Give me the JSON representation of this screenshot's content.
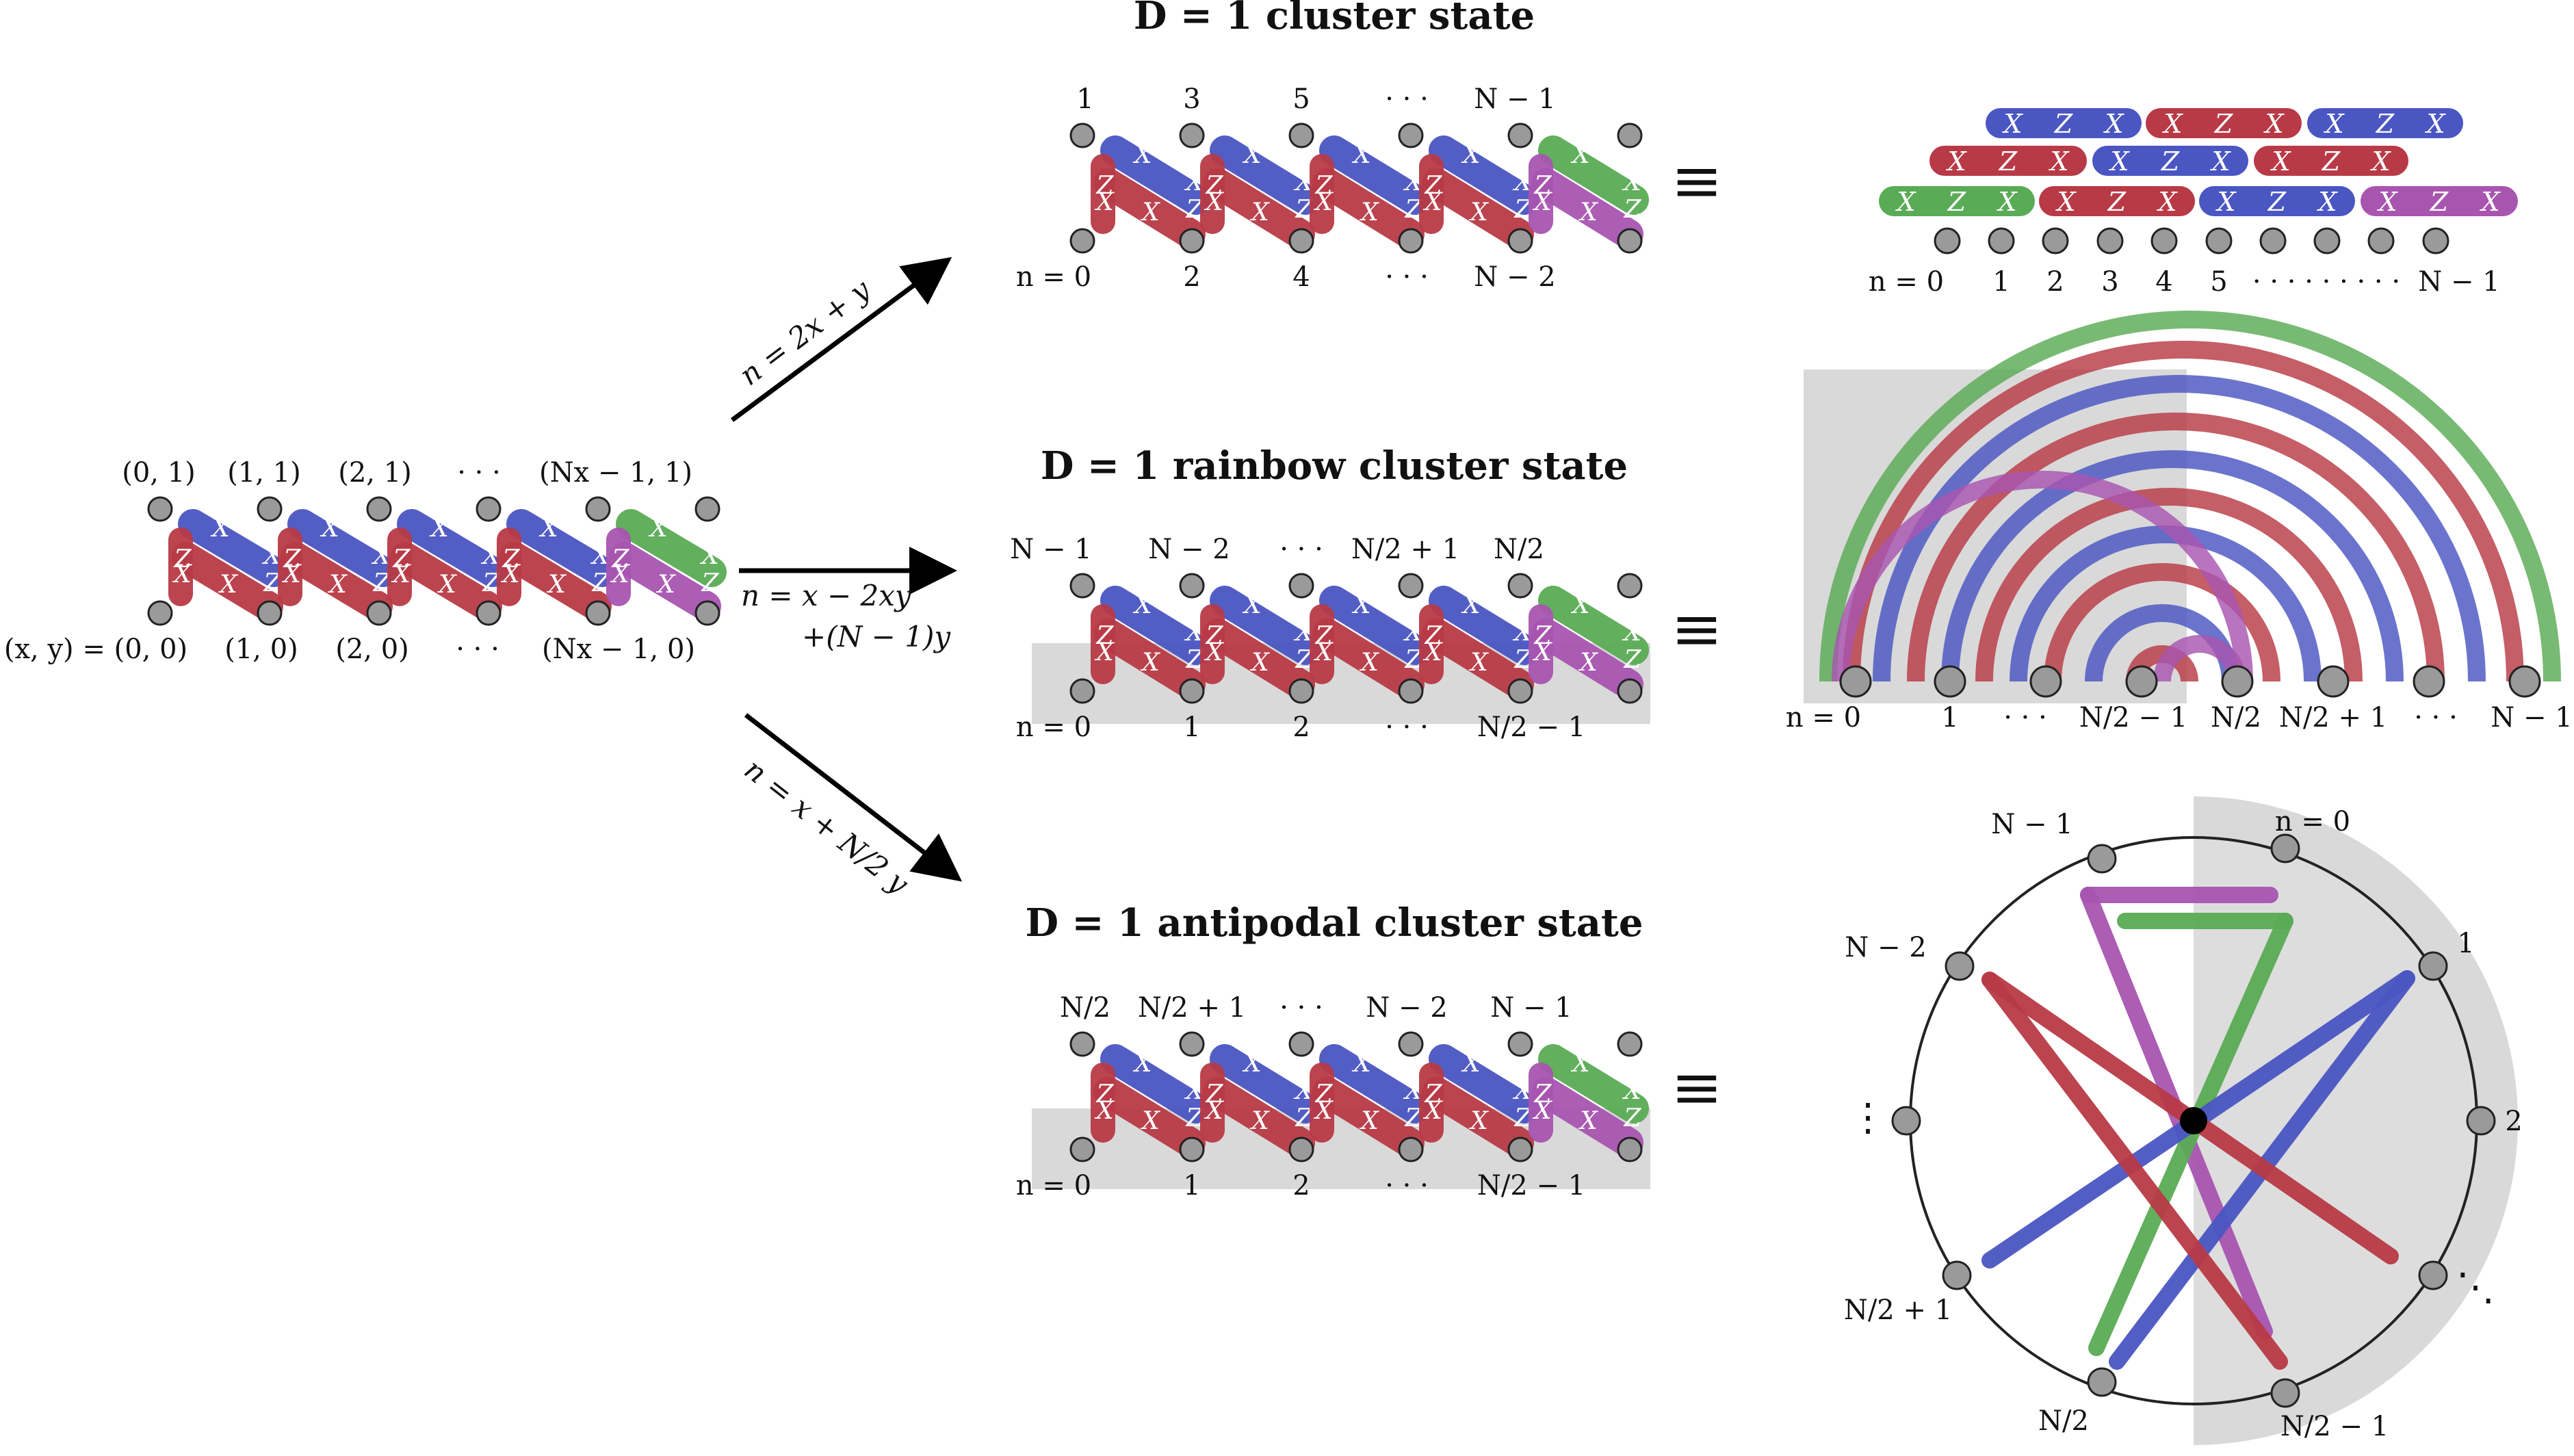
{
  "titles": {
    "cluster": "D = 1 cluster state",
    "rainbow": "D = 1 rainbow cluster state",
    "antipodal": "D = 1 antipodal cluster state"
  },
  "maps": {
    "cluster": "n = 2x + y",
    "rainbow_line1": "n = x − 2xy",
    "rainbow_line2": "+(N − 1)y",
    "antipodal": "n = x + N/2 y"
  },
  "equiv_symbol": "≡",
  "pauli": {
    "X": "X",
    "Z": "Z"
  },
  "left_lattice": {
    "top_labels": [
      "(0, 1)",
      "(1, 1)",
      "(2, 1)",
      "· · ·",
      "(Nx − 1, 1)"
    ],
    "bottom_labels": [
      "(x, y) = (0, 0)",
      "(1, 0)",
      "(2, 0)",
      "· · ·",
      "(Nx − 1, 0)"
    ]
  },
  "cluster_lattice": {
    "top_labels": [
      "1",
      "3",
      "5",
      "· · ·",
      "N − 1"
    ],
    "bottom_labels": [
      "n = 0",
      "2",
      "4",
      "· · ·",
      "N − 2"
    ]
  },
  "rainbow_lattice": {
    "top_labels": [
      "N − 1",
      "N − 2",
      "· · ·",
      "N/2 + 1",
      "N/2"
    ],
    "bottom_labels": [
      "n = 0",
      "1",
      "2",
      "· · ·",
      "N/2 − 1"
    ]
  },
  "antipodal_lattice": {
    "top_labels": [
      "N/2",
      "N/2 + 1",
      "· · ·",
      "N − 2",
      "N − 1"
    ],
    "bottom_labels": [
      "n = 0",
      "1",
      "2",
      "· · ·",
      "N/2 − 1"
    ]
  },
  "chain_labels": [
    "n = 0",
    "1",
    "2",
    "3",
    "4",
    "5",
    "· · · · · · · · ·",
    "N − 1"
  ],
  "rainbow_arc_labels": [
    "n = 0",
    "1",
    "· · ·",
    "N/2 − 1",
    "N/2",
    "N/2 + 1",
    "· · ·",
    "N − 1"
  ],
  "circle_labels": {
    "top": "n = 0",
    "top_left": "N − 1",
    "right_upper": "1",
    "left_upper": "N − 2",
    "right_mid": "2",
    "left_mid": "⋮",
    "right_lower": "⋱",
    "left_lower": "N/2 + 1",
    "bottom_left": "N/2",
    "bottom_right": "N/2 − 1"
  },
  "colors": {
    "blue": "#4a56c2",
    "red": "#b83a46",
    "green": "#5aab56",
    "purple": "#a855b0",
    "site": "#9a9a9a",
    "shade": "#d9d9d9"
  }
}
